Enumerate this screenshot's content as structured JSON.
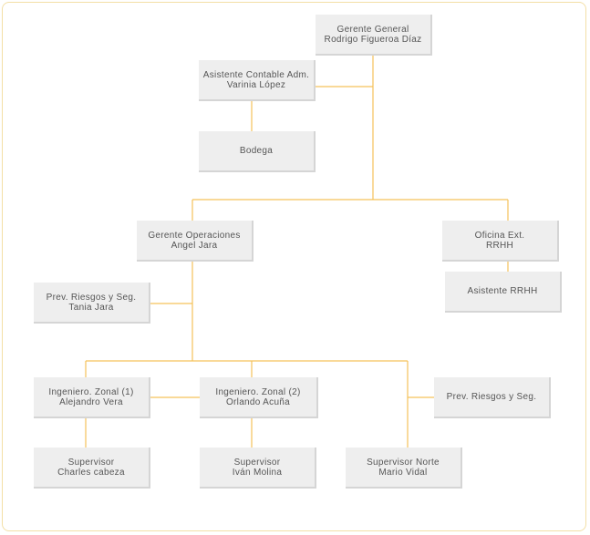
{
  "colors": {
    "connector": "#f5c25a",
    "box": "#eeeeee",
    "text": "#555555",
    "frame": "#f3dfa6"
  },
  "nodes": {
    "gerente_general": {
      "title": "Gerente General",
      "name": "Rodrigo Figueroa Díaz"
    },
    "asistente_contable": {
      "title": "Asistente Contable Adm.",
      "name": "Varinia López"
    },
    "bodega": {
      "title": "Bodega"
    },
    "gerente_operaciones": {
      "title": "Gerente Operaciones",
      "name": "Angel Jara"
    },
    "oficina_ext": {
      "title": "Oficina Ext.",
      "name": "RRHH"
    },
    "asistente_rrhh": {
      "title": "Asistente RRHH"
    },
    "prev_riesgos_1": {
      "title": "Prev. Riesgos y Seg.",
      "name": "Tania Jara"
    },
    "ingeniero_zonal_1": {
      "title": "Ingeniero. Zonal (1)",
      "name": "Alejandro Vera"
    },
    "ingeniero_zonal_2": {
      "title": "Ingeniero. Zonal (2)",
      "name": "Orlando Acuña"
    },
    "prev_riesgos_2": {
      "title": "Prev. Riesgos y Seg."
    },
    "supervisor_1": {
      "title": "Supervisor",
      "name": "Charles cabeza"
    },
    "supervisor_2": {
      "title": "Supervisor",
      "name": "Iván Molina"
    },
    "supervisor_norte": {
      "title": "Supervisor  Norte",
      "name": "Mario Vidal"
    }
  }
}
